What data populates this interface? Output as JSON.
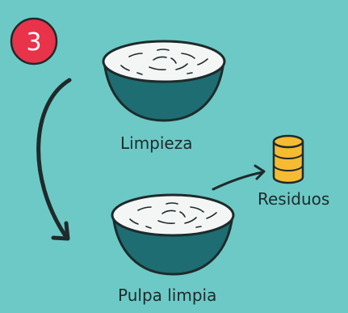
{
  "step": {
    "number": "3"
  },
  "stages": {
    "top_label": "Limpieza",
    "bottom_label": "Pulpa limpia"
  },
  "waste": {
    "label": "Residuos"
  },
  "colors": {
    "background": "#6cc9c6",
    "badge": "#e8334a",
    "bowl_outer": "#1d6d72",
    "pulp": "#f4f6f6",
    "waste_barrel": "#f5bb32",
    "outline": "#1f2a2a"
  },
  "icons": {
    "badge": "step-number-badge",
    "bowl": "coconut-half-icon",
    "waste": "stacked-coins-barrel-icon",
    "flow": "curved-arrow-icon"
  }
}
